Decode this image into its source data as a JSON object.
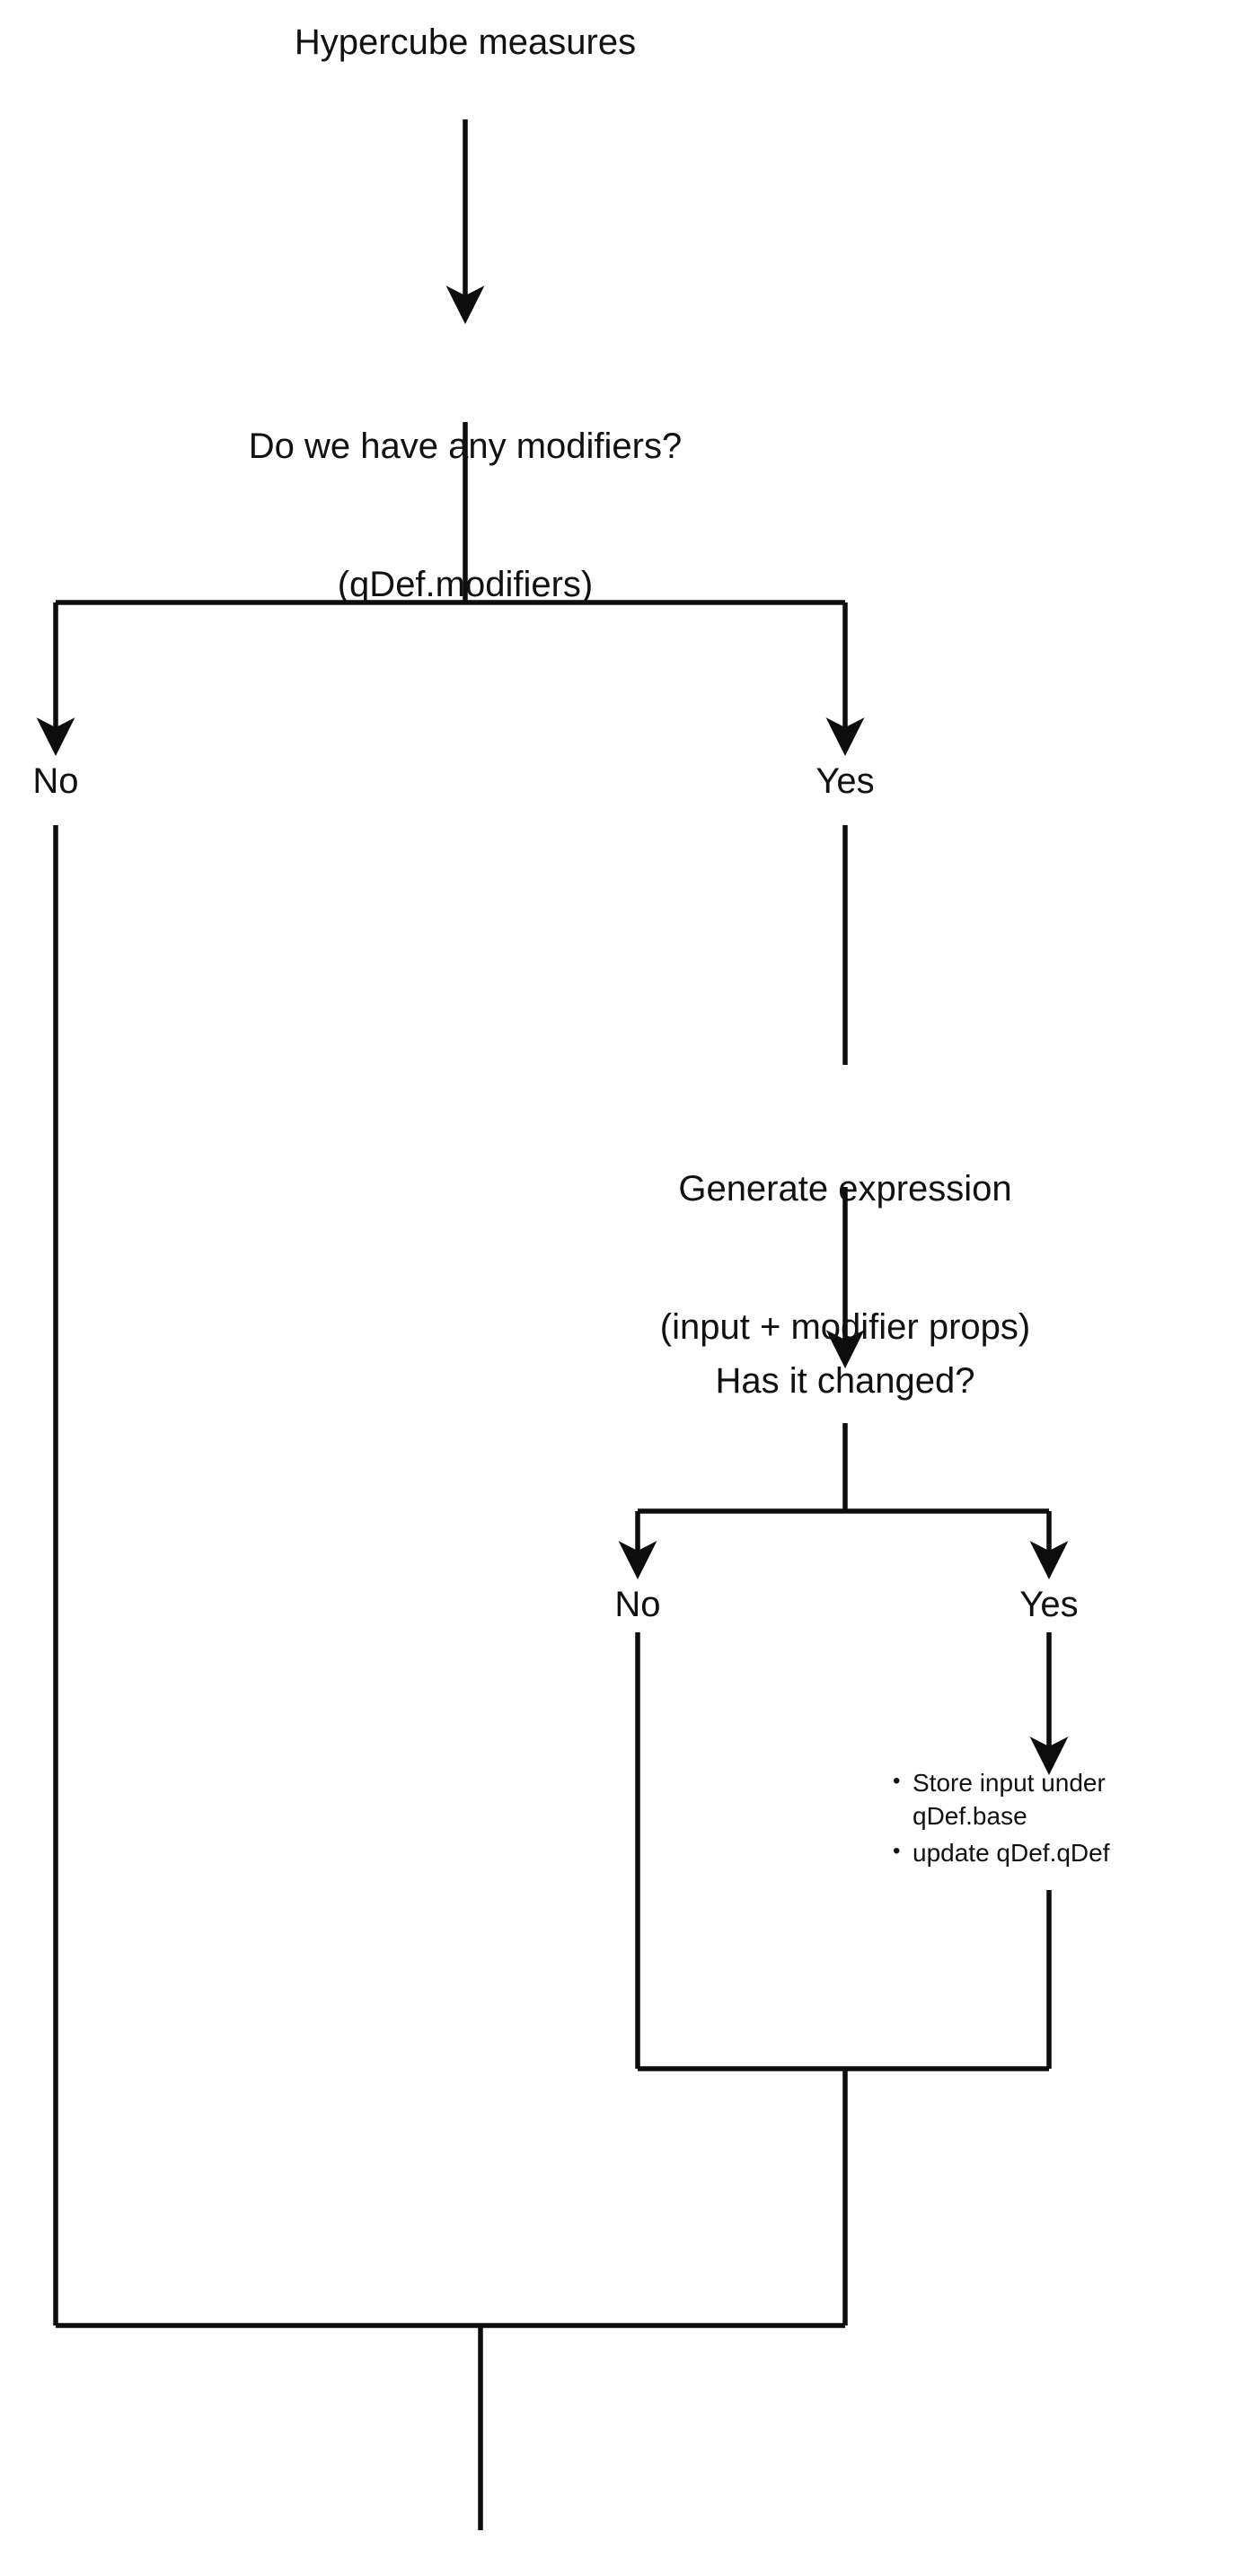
{
  "diagram": {
    "title_node": "Hypercube measures",
    "decision_one": {
      "line1": "Do we have any modifiers?",
      "line2": "(qDef.modifiers)",
      "branch_no": "No",
      "branch_yes": "Yes"
    },
    "process_generate": {
      "line1": "Generate expression",
      "line2": "(input + modifier props)"
    },
    "decision_two": {
      "line1": "Has it changed?",
      "branch_no": "No",
      "branch_yes": "Yes"
    },
    "action_list": {
      "items": [
        "Store input under qDef.base",
        "update qDef.qDef"
      ]
    },
    "colors": {
      "stroke": "#0d0d0d",
      "text": "#111111",
      "background": "#ffffff"
    }
  }
}
